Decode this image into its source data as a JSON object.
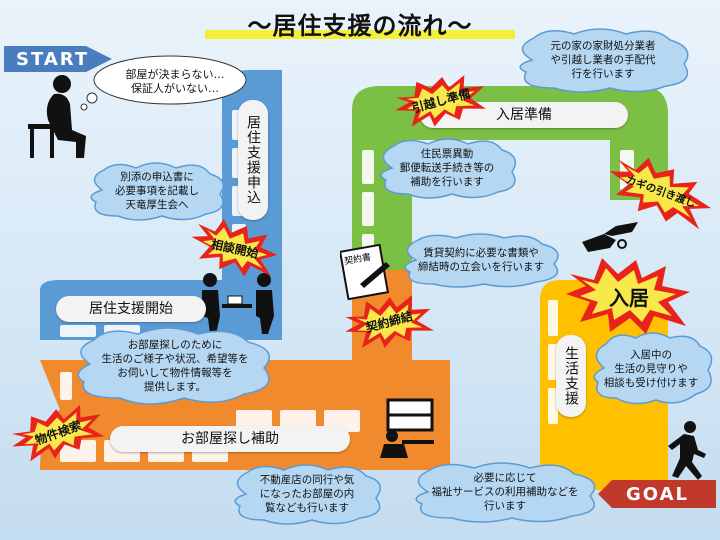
{
  "title": "〜居住支援の流れ〜",
  "start_label": "START",
  "goal_label": "GOAL",
  "thought": "部屋が決まらない…\n保証人がいない…",
  "steps": {
    "apply": "居住支援申込",
    "support_start": "居住支援開始",
    "search_help": "お部屋探し補助",
    "move_prep": "入居準備",
    "life_support": "生活支援"
  },
  "bursts": {
    "consult": "相談開始",
    "search": "物件検索",
    "contract": "契約締結",
    "moving": "引越し準備",
    "key": "カギの引き渡し",
    "move_in": "入居"
  },
  "clouds": {
    "apply_note": "別添の申込書に\n必要事項を記載し\n天竜厚生会へ",
    "hearing": "お部屋探しのために\n生活のご様子や状況、希望等を\nお伺いして物件情報等を\n提供します。",
    "agent": "不動産店の同行や気\nになったお部屋の内\n覧なども行います",
    "registration": "住民票異動\n郵便転送手続き等の\n補助を行います",
    "movers": "元の家の家財処分業者\nや引越し業者の手配代\n行を行います",
    "contract_note": "賃貸契約に必要な書類や\n締結時の立会いを行います",
    "watch": "入居中の\n生活の見守りや\n相談も受け付けます",
    "welfare": "必要に応じて\n福祉サービスの利用補助などを\n行います"
  },
  "document_label": "契約書",
  "colors": {
    "blue": "#5b9bd5",
    "orange": "#f08a2c",
    "green": "#7bbf45",
    "yellow": "#ffc000",
    "burst_red": "#e8231c",
    "badge_blue": "#4a7cc0",
    "goal_red": "#c0392b"
  }
}
